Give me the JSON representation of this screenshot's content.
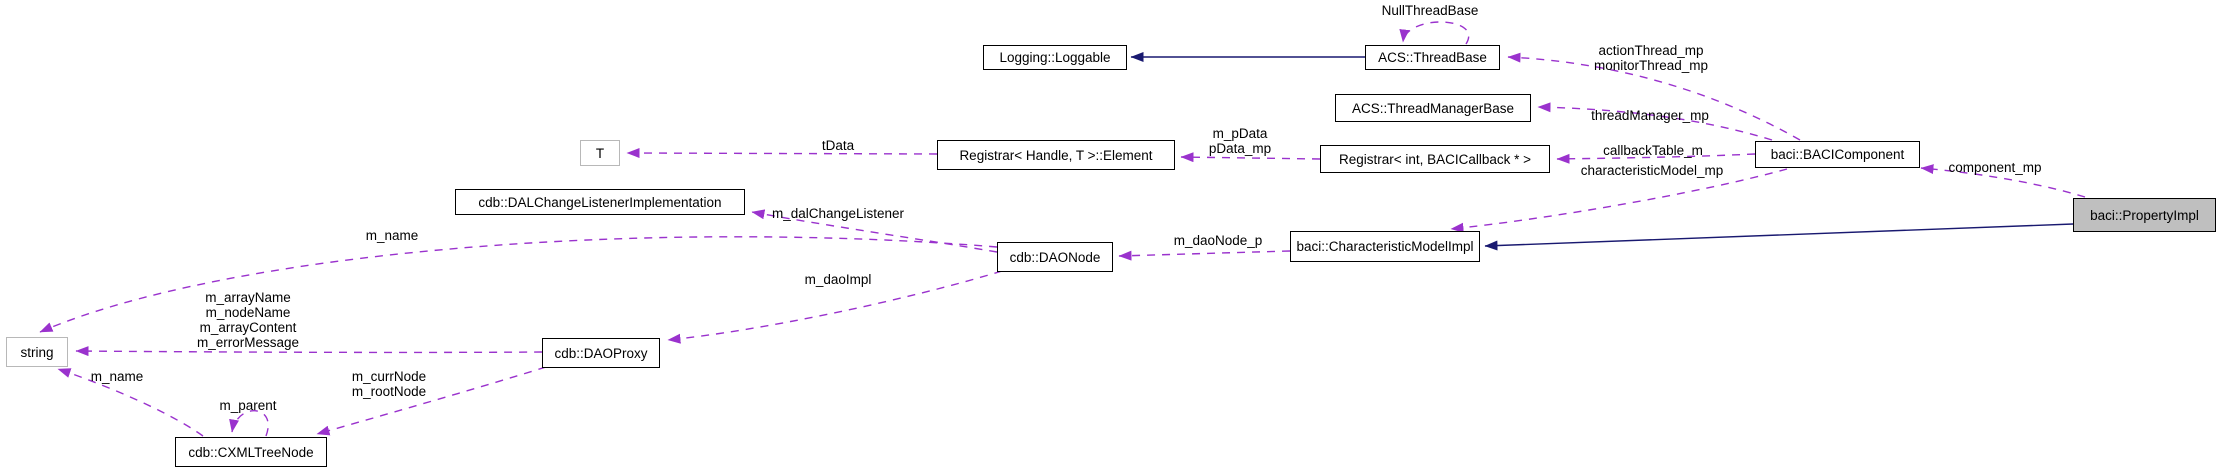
{
  "diagram": {
    "type": "collaboration-graph",
    "focus_class": "baci::PropertyImpl",
    "colors": {
      "member_edge": "#9a32cd",
      "inheritance_edge": "#191970",
      "node_border": "#000000",
      "external_node_border": "#b8b8b8",
      "focus_node_fill": "#bfbfbf",
      "background": "#ffffff"
    },
    "nodes": [
      {
        "id": "loggable",
        "label": "Logging::Loggable",
        "kind": "class"
      },
      {
        "id": "threadbase",
        "label": "ACS::ThreadBase",
        "kind": "class"
      },
      {
        "id": "threadmanagerbase",
        "label": "ACS::ThreadManagerBase",
        "kind": "class"
      },
      {
        "id": "t",
        "label": "T",
        "kind": "external"
      },
      {
        "id": "registrar-element",
        "label": "Registrar< Handle, T >::Element",
        "kind": "class"
      },
      {
        "id": "registrar-int",
        "label": "Registrar< int, BACICallback * >",
        "kind": "class"
      },
      {
        "id": "bacicomponent",
        "label": "baci::BACIComponent",
        "kind": "class"
      },
      {
        "id": "propertyimpl",
        "label": "baci::PropertyImpl",
        "kind": "focus"
      },
      {
        "id": "dallistener",
        "label": "cdb::DALChangeListenerImplementation",
        "kind": "class"
      },
      {
        "id": "daonode",
        "label": "cdb::DAONode",
        "kind": "class"
      },
      {
        "id": "charmodel",
        "label": "baci::CharacteristicModelImpl",
        "kind": "class"
      },
      {
        "id": "string",
        "label": "string",
        "kind": "external"
      },
      {
        "id": "daoproxy",
        "label": "cdb::DAOProxy",
        "kind": "class"
      },
      {
        "id": "cxmltreenode",
        "label": "cdb::CXMLTreeNode",
        "kind": "class"
      }
    ],
    "edges": [
      {
        "from": "threadbase",
        "to": "threadbase",
        "label": "NullThreadBase",
        "type": "member"
      },
      {
        "from": "bacicomponent",
        "to": "threadbase",
        "label": "actionThread_mp\nmonitorThread_mp",
        "type": "member"
      },
      {
        "from": "bacicomponent",
        "to": "threadmanagerbase",
        "label": "threadManager_mp",
        "type": "member"
      },
      {
        "from": "bacicomponent",
        "to": "registrar-int",
        "label": "callbackTable_m",
        "type": "member"
      },
      {
        "from": "bacicomponent",
        "to": "charmodel",
        "label": "characteristicModel_mp",
        "type": "member"
      },
      {
        "from": "propertyimpl",
        "to": "bacicomponent",
        "label": "component_mp",
        "type": "member"
      },
      {
        "from": "registrar-int",
        "to": "registrar-element",
        "label": "m_pData\npData_mp",
        "type": "member"
      },
      {
        "from": "registrar-element",
        "to": "t",
        "label": "tData",
        "type": "member"
      },
      {
        "from": "charmodel",
        "to": "daonode",
        "label": "m_daoNode_p",
        "type": "member"
      },
      {
        "from": "daonode",
        "to": "dallistener",
        "label": "m_dalChangeListener",
        "type": "member"
      },
      {
        "from": "daonode",
        "to": "string",
        "label": "m_name",
        "type": "member"
      },
      {
        "from": "daonode",
        "to": "daoproxy",
        "label": "m_daoImpl",
        "type": "member"
      },
      {
        "from": "daoproxy",
        "to": "string",
        "label": "m_arrayName\nm_nodeName\nm_arrayContent\nm_errorMessage",
        "type": "member"
      },
      {
        "from": "daoproxy",
        "to": "cxmltreenode",
        "label": "m_currNode\nm_rootNode",
        "type": "member"
      },
      {
        "from": "cxmltreenode",
        "to": "string",
        "label": "m_name",
        "type": "member"
      },
      {
        "from": "cxmltreenode",
        "to": "cxmltreenode",
        "label": "m_parent",
        "type": "member"
      },
      {
        "from": "threadbase",
        "to": "loggable",
        "label": "",
        "type": "inheritance"
      },
      {
        "from": "propertyimpl",
        "to": "charmodel",
        "label": "",
        "type": "inheritance"
      }
    ]
  }
}
